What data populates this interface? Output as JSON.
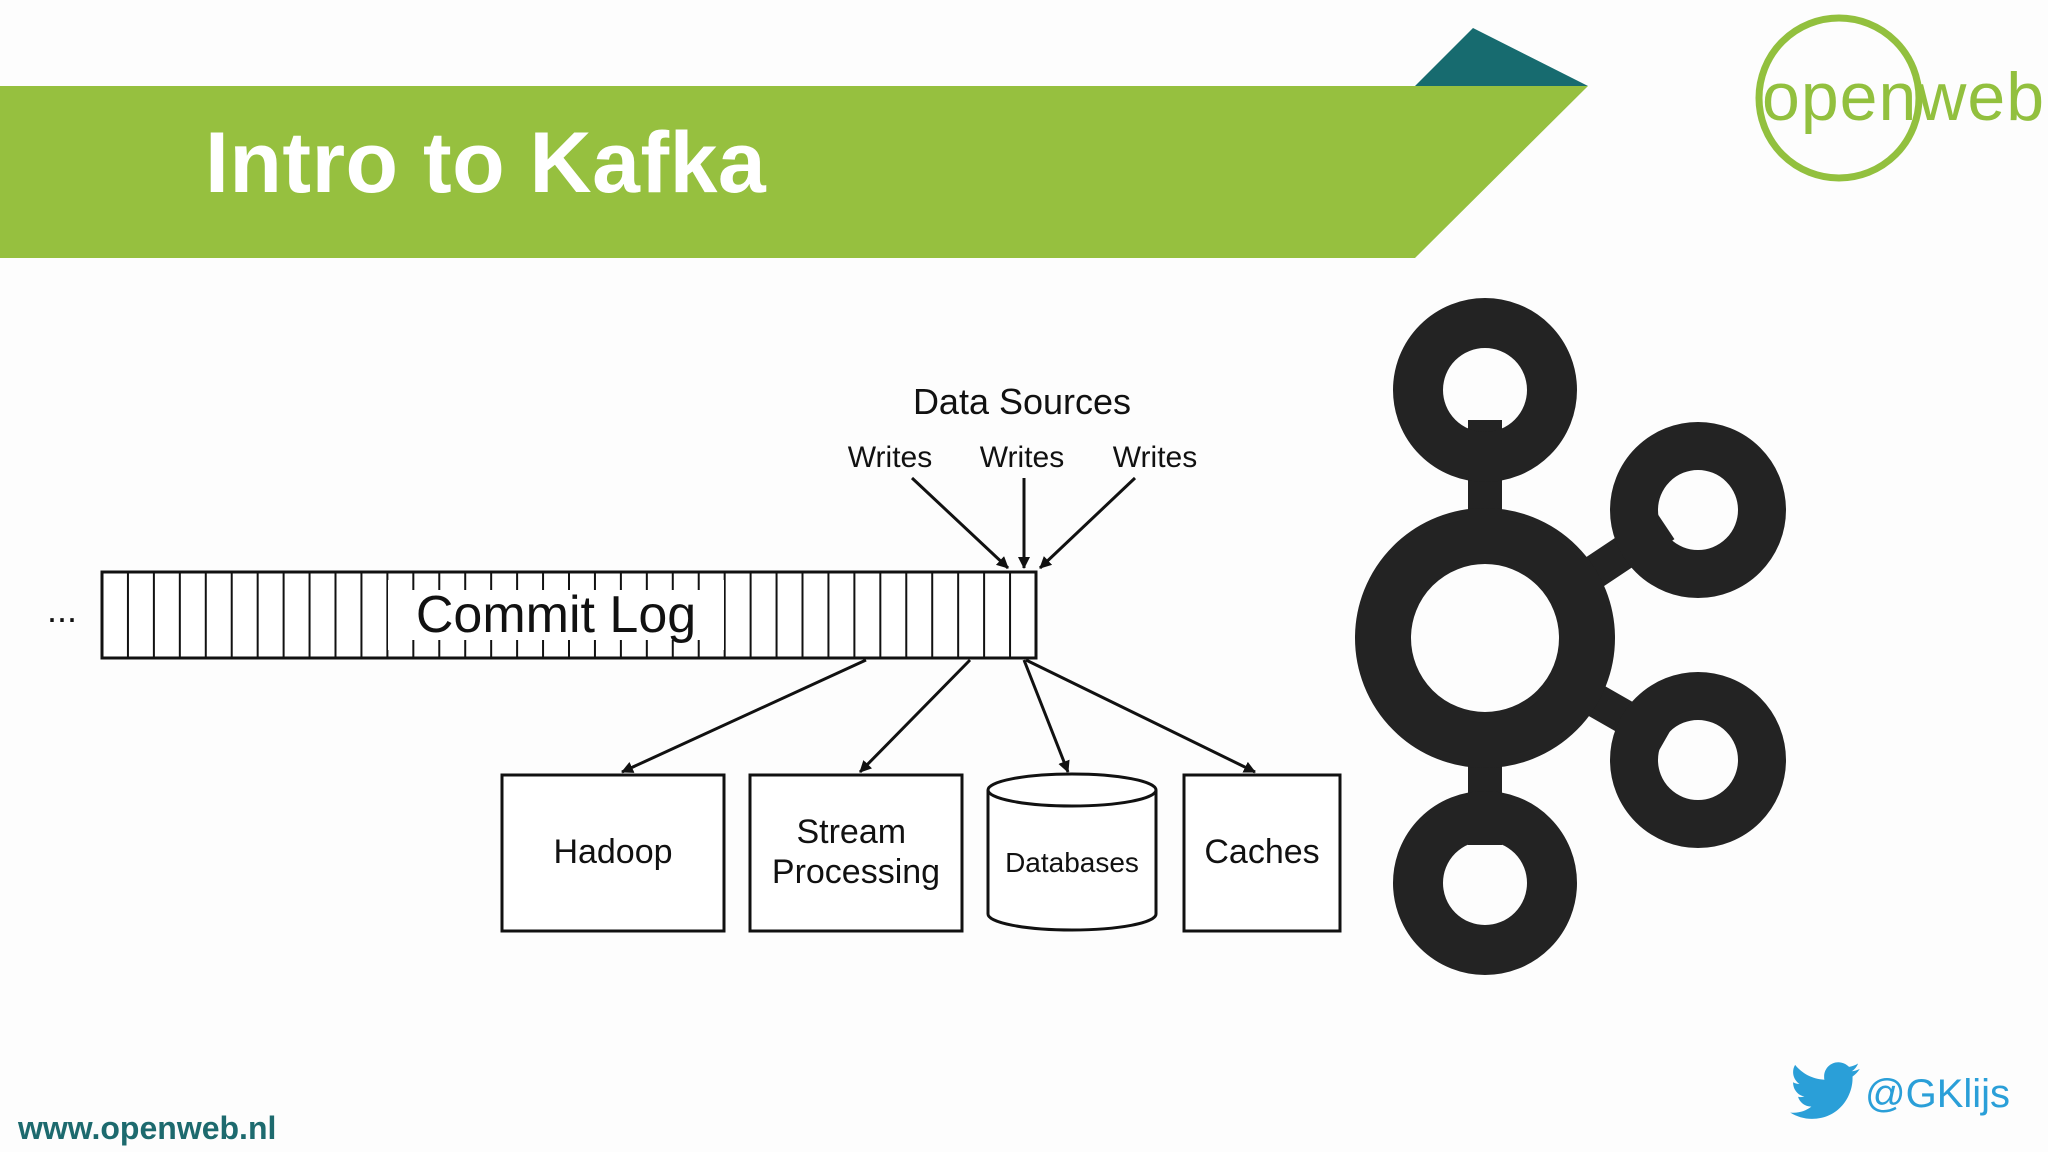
{
  "slide": {
    "title": "Intro to Kafka",
    "footer_url": "www.openweb.nl",
    "twitter_handle": "@GKlijs",
    "logo_text": "openweb"
  },
  "colors": {
    "banner_green": "#96c03f",
    "banner_teal": "#176b6f",
    "logo_green": "#92c03e",
    "footer_teal": "#1d6a6e",
    "twitter_blue": "#2a9fd8",
    "kafka_logo": "#232323"
  },
  "diagram": {
    "data_sources_label": "Data Sources",
    "writes_labels": [
      "Writes",
      "Writes",
      "Writes"
    ],
    "ellipsis": "...",
    "log_label": "Commit Log",
    "consumers": [
      "Hadoop",
      "Stream\nProcessing",
      "Databases",
      "Caches"
    ]
  },
  "icons": {
    "twitter": "twitter-bird-icon",
    "kafka": "kafka-logo-icon"
  }
}
